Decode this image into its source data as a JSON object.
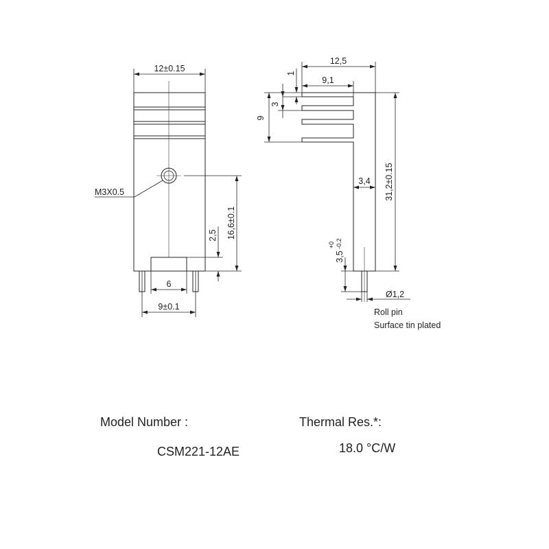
{
  "drawing": {
    "front_view": {
      "width_dim": "12±0.15",
      "thread_label": "M3X0.5",
      "hole_height_dim": "16,6±0.1",
      "notch_height_dim": "2,5",
      "notch_width_dim": "6",
      "pin_spacing_dim": "9±0.1"
    },
    "side_view": {
      "overall_depth_dim": "12,5",
      "fin_depth_dim": "9,1",
      "fin_gap_dim": "1",
      "fin_pitch_dim": "3",
      "fin_stack_dim": "9",
      "base_thickness_dim": "3,4",
      "overall_height_dim": "31,2±0.15",
      "pin_length_dim": "3,5",
      "pin_tol_upper": "+0",
      "pin_tol_lower": "-0.2",
      "pin_diameter_dim": "Ø1,2",
      "note_line1": "Roll pin",
      "note_line2": "Surface tin plated"
    }
  },
  "info": {
    "model_label": "Model Number :",
    "model_value": "CSM221-12AE",
    "thermal_label": "Thermal Res.*:",
    "thermal_value": "18.0 °C/W"
  }
}
